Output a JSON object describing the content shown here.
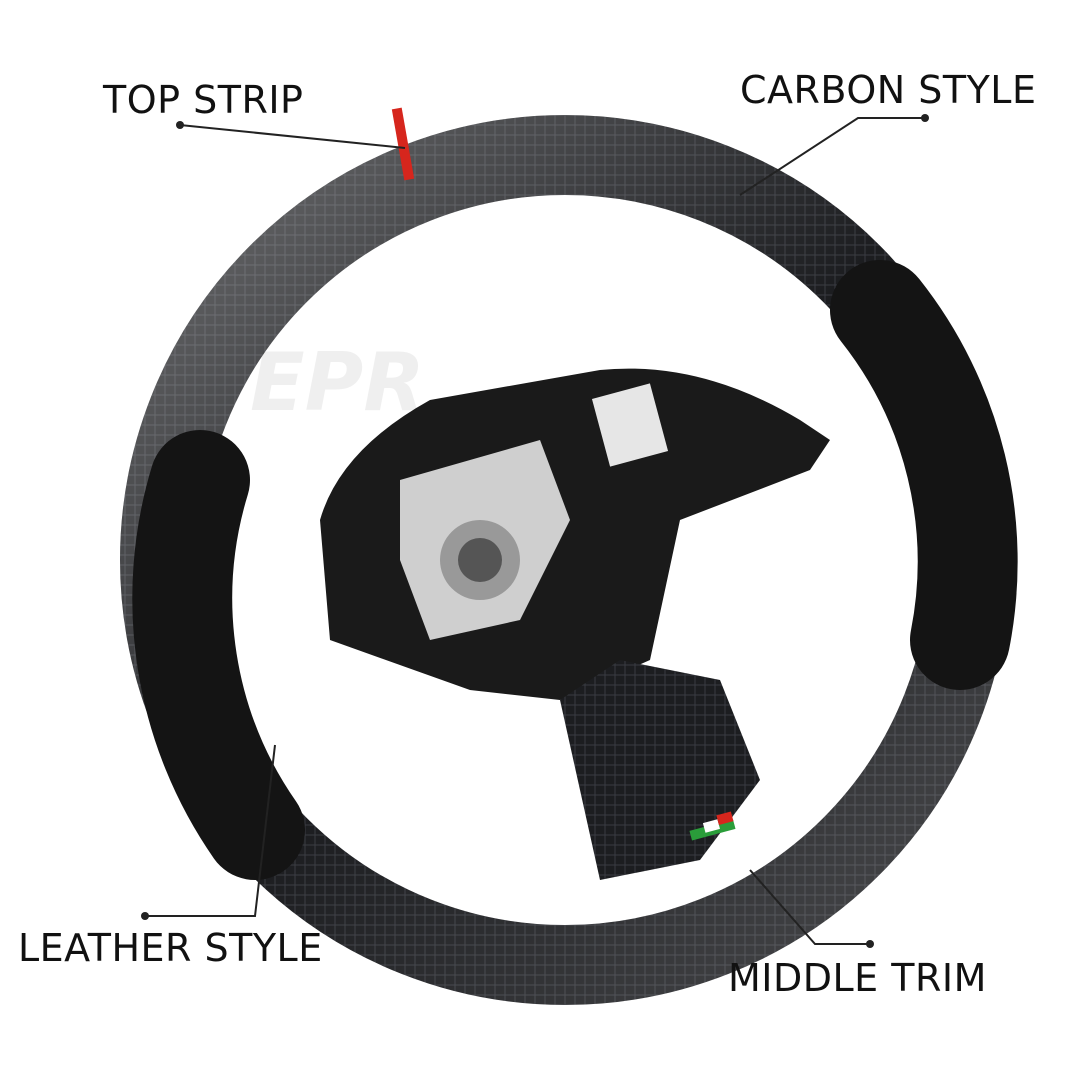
{
  "callouts": {
    "top_strip": "TOP STRIP",
    "carbon_style": "CARBON STYLE",
    "leather_style": "LEATHER STYLE",
    "middle_trim": "MIDDLE TRIM"
  },
  "watermark": "EPR",
  "colors": {
    "carbon": "#1c1d20",
    "alcantara": "#141414",
    "accent_stripe": "#d6261d",
    "text": "#111111",
    "leader_line": "#222222"
  }
}
